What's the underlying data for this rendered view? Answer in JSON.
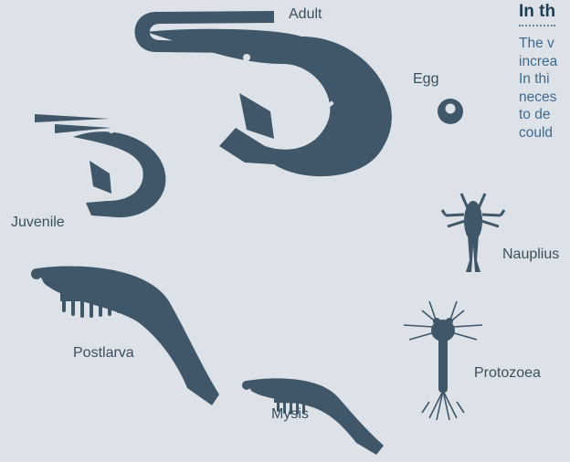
{
  "diagram": {
    "stages": {
      "adult": "Adult",
      "egg": "Egg",
      "juvenile": "Juvenile",
      "nauplius": "Nauplius",
      "postlarva": "Postlarva",
      "protozoea": "Protozoea",
      "mysis": "Mysis"
    },
    "sidebar": {
      "title": "In th",
      "lines": [
        "The v",
        "increa",
        "In thi",
        "neces",
        "to de",
        "could"
      ]
    },
    "colors": {
      "background": "#dde2e9",
      "figure": "#3f5768",
      "title": "#1e3d57",
      "body_text": "#3f6a8d"
    }
  }
}
